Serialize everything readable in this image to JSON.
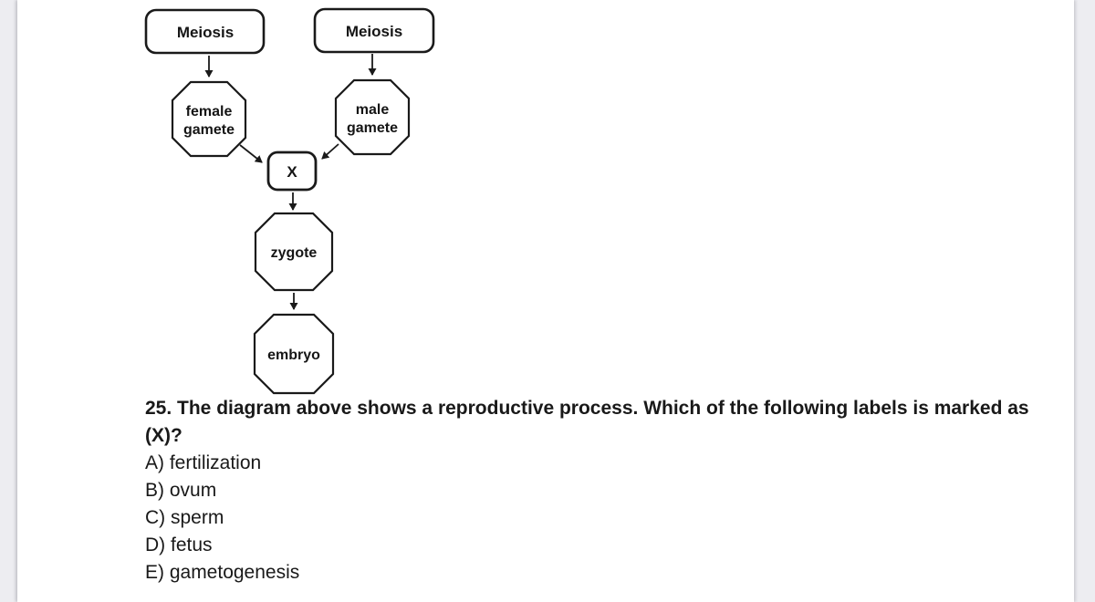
{
  "colors": {
    "ink": "#1a1a1a",
    "page_bg": "#ffffff",
    "margin_bg": "#ededf1"
  },
  "diagram": {
    "meiosis_left_label": "Meiosis",
    "meiosis_right_label": "Meiosis",
    "female_gamete": {
      "line1": "female",
      "line2": "gamete"
    },
    "male_gamete": {
      "line1": "male",
      "line2": "gamete"
    },
    "x_box_label": "X",
    "zygote_label": "zygote",
    "embryo_label": "embryo"
  },
  "question": {
    "line1": "25. The diagram above shows a reproductive process. Which of the following labels is marked as",
    "line2": "(X)?",
    "options": [
      "A) fertilization",
      "B) ovum",
      "C) sperm",
      "D) fetus",
      "E) gametogenesis"
    ]
  }
}
